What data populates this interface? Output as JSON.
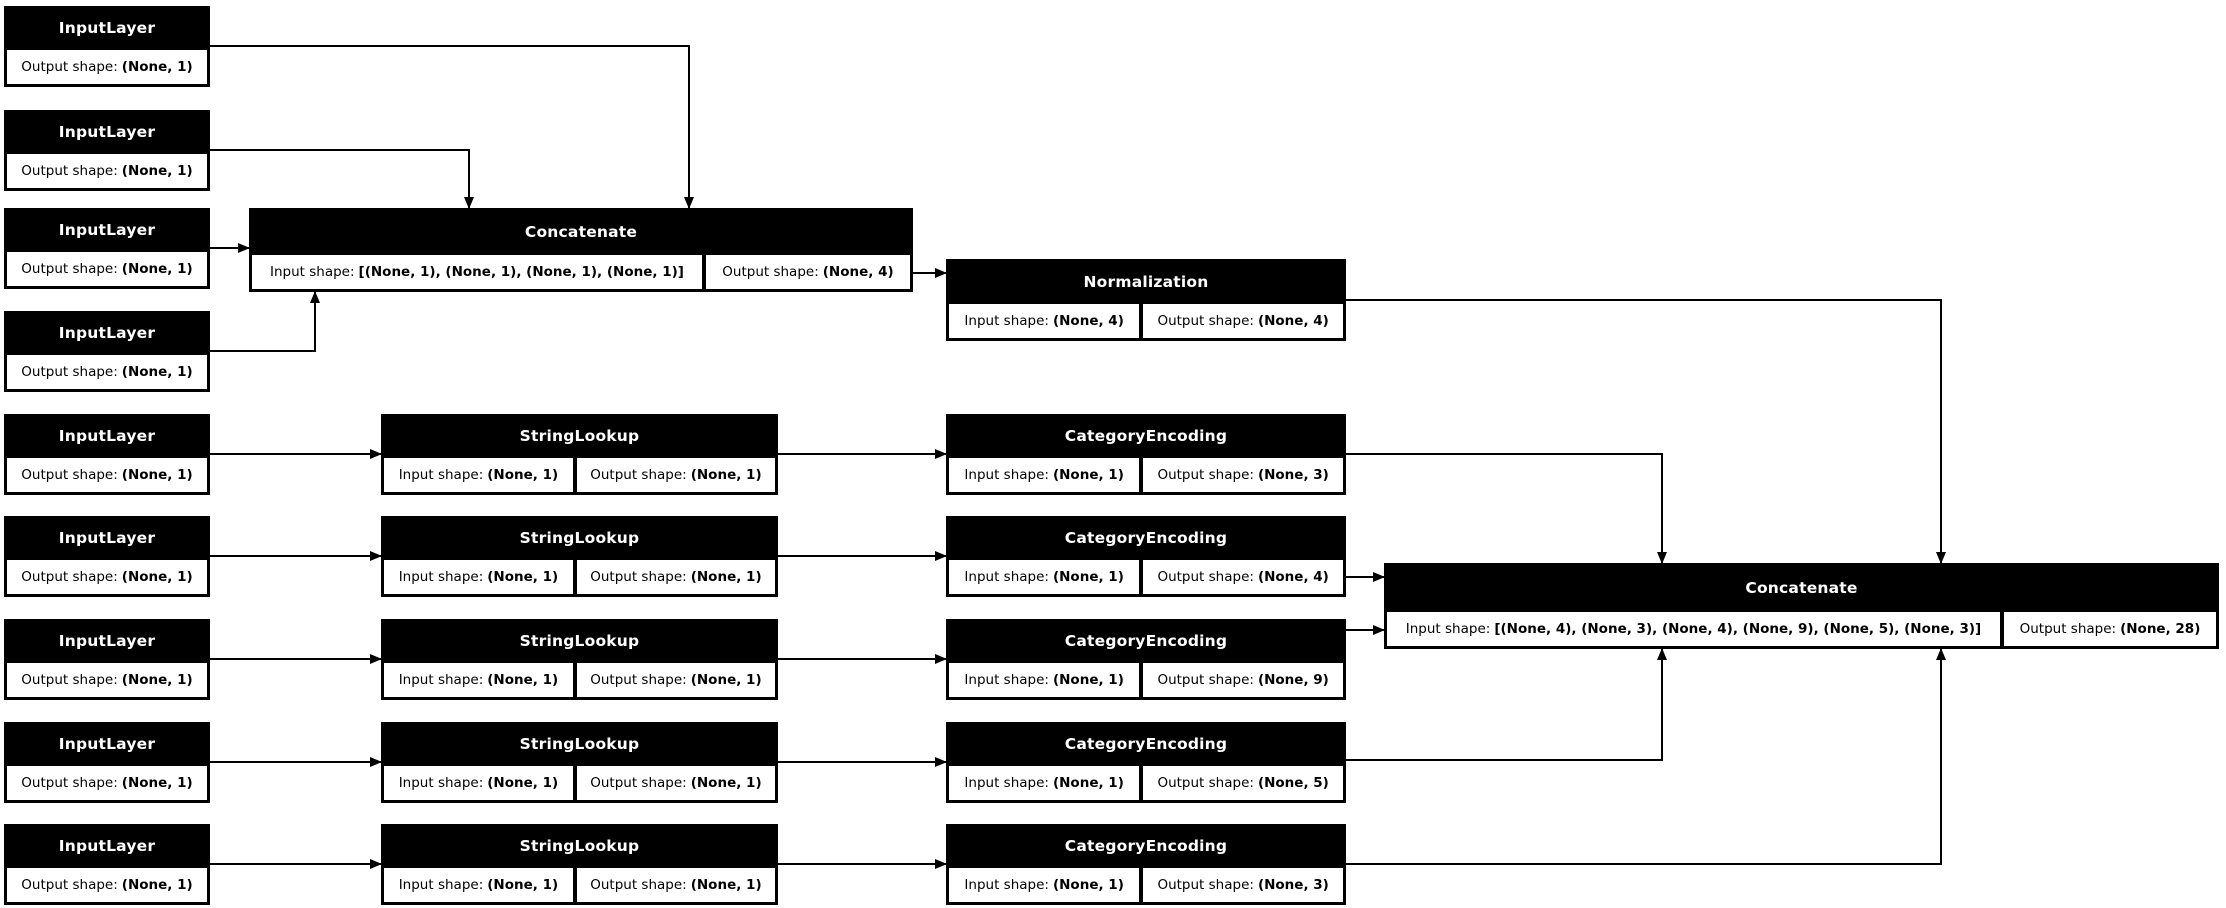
{
  "diagram": {
    "kind": "keras-model-plot",
    "colors": {
      "node_background": "#000000",
      "node_title_text": "#ffffff",
      "cell_background": "#ffffff",
      "cell_text": "#000000",
      "edge": "#000000",
      "page_background": "#ffffff"
    },
    "nodes": [
      {
        "id": "input_1",
        "title": "InputLayer",
        "cells": [
          {
            "label": "Output shape:",
            "value": "(None, 1)"
          }
        ]
      },
      {
        "id": "input_2",
        "title": "InputLayer",
        "cells": [
          {
            "label": "Output shape:",
            "value": "(None, 1)"
          }
        ]
      },
      {
        "id": "input_3",
        "title": "InputLayer",
        "cells": [
          {
            "label": "Output shape:",
            "value": "(None, 1)"
          }
        ]
      },
      {
        "id": "input_4",
        "title": "InputLayer",
        "cells": [
          {
            "label": "Output shape:",
            "value": "(None, 1)"
          }
        ]
      },
      {
        "id": "concat_1",
        "title": "Concatenate",
        "cells": [
          {
            "label": "Input shape:",
            "value": "[(None, 1), (None, 1), (None, 1), (None, 1)]"
          },
          {
            "label": "Output shape:",
            "value": "(None, 4)"
          }
        ]
      },
      {
        "id": "normalization",
        "title": "Normalization",
        "cells": [
          {
            "label": "Input shape:",
            "value": "(None, 4)"
          },
          {
            "label": "Output shape:",
            "value": "(None, 4)"
          }
        ]
      },
      {
        "id": "input_5",
        "title": "InputLayer",
        "cells": [
          {
            "label": "Output shape:",
            "value": "(None, 1)"
          }
        ]
      },
      {
        "id": "lookup_1",
        "title": "StringLookup",
        "cells": [
          {
            "label": "Input shape:",
            "value": "(None, 1)"
          },
          {
            "label": "Output shape:",
            "value": "(None, 1)"
          }
        ]
      },
      {
        "id": "encode_1",
        "title": "CategoryEncoding",
        "cells": [
          {
            "label": "Input shape:",
            "value": "(None, 1)"
          },
          {
            "label": "Output shape:",
            "value": "(None, 3)"
          }
        ]
      },
      {
        "id": "input_6",
        "title": "InputLayer",
        "cells": [
          {
            "label": "Output shape:",
            "value": "(None, 1)"
          }
        ]
      },
      {
        "id": "lookup_2",
        "title": "StringLookup",
        "cells": [
          {
            "label": "Input shape:",
            "value": "(None, 1)"
          },
          {
            "label": "Output shape:",
            "value": "(None, 1)"
          }
        ]
      },
      {
        "id": "encode_2",
        "title": "CategoryEncoding",
        "cells": [
          {
            "label": "Input shape:",
            "value": "(None, 1)"
          },
          {
            "label": "Output shape:",
            "value": "(None, 4)"
          }
        ]
      },
      {
        "id": "input_7",
        "title": "InputLayer",
        "cells": [
          {
            "label": "Output shape:",
            "value": "(None, 1)"
          }
        ]
      },
      {
        "id": "lookup_3",
        "title": "StringLookup",
        "cells": [
          {
            "label": "Input shape:",
            "value": "(None, 1)"
          },
          {
            "label": "Output shape:",
            "value": "(None, 1)"
          }
        ]
      },
      {
        "id": "encode_3",
        "title": "CategoryEncoding",
        "cells": [
          {
            "label": "Input shape:",
            "value": "(None, 1)"
          },
          {
            "label": "Output shape:",
            "value": "(None, 9)"
          }
        ]
      },
      {
        "id": "input_8",
        "title": "InputLayer",
        "cells": [
          {
            "label": "Output shape:",
            "value": "(None, 1)"
          }
        ]
      },
      {
        "id": "lookup_4",
        "title": "StringLookup",
        "cells": [
          {
            "label": "Input shape:",
            "value": "(None, 1)"
          },
          {
            "label": "Output shape:",
            "value": "(None, 1)"
          }
        ]
      },
      {
        "id": "encode_4",
        "title": "CategoryEncoding",
        "cells": [
          {
            "label": "Input shape:",
            "value": "(None, 1)"
          },
          {
            "label": "Output shape:",
            "value": "(None, 5)"
          }
        ]
      },
      {
        "id": "input_9",
        "title": "InputLayer",
        "cells": [
          {
            "label": "Output shape:",
            "value": "(None, 1)"
          }
        ]
      },
      {
        "id": "lookup_5",
        "title": "StringLookup",
        "cells": [
          {
            "label": "Input shape:",
            "value": "(None, 1)"
          },
          {
            "label": "Output shape:",
            "value": "(None, 1)"
          }
        ]
      },
      {
        "id": "encode_5",
        "title": "CategoryEncoding",
        "cells": [
          {
            "label": "Input shape:",
            "value": "(None, 1)"
          },
          {
            "label": "Output shape:",
            "value": "(None, 3)"
          }
        ]
      },
      {
        "id": "concat_2",
        "title": "Concatenate",
        "cells": [
          {
            "label": "Input shape:",
            "value": "[(None, 4), (None, 3), (None, 4), (None, 9), (None, 5), (None, 3)]"
          },
          {
            "label": "Output shape:",
            "value": "(None, 28)"
          }
        ]
      }
    ],
    "edges": [
      {
        "from": "input_1",
        "to": "concat_1"
      },
      {
        "from": "input_2",
        "to": "concat_1"
      },
      {
        "from": "input_3",
        "to": "concat_1"
      },
      {
        "from": "input_4",
        "to": "concat_1"
      },
      {
        "from": "concat_1",
        "to": "normalization"
      },
      {
        "from": "normalization",
        "to": "concat_2"
      },
      {
        "from": "input_5",
        "to": "lookup_1"
      },
      {
        "from": "lookup_1",
        "to": "encode_1"
      },
      {
        "from": "encode_1",
        "to": "concat_2"
      },
      {
        "from": "input_6",
        "to": "lookup_2"
      },
      {
        "from": "lookup_2",
        "to": "encode_2"
      },
      {
        "from": "encode_2",
        "to": "concat_2"
      },
      {
        "from": "input_7",
        "to": "lookup_3"
      },
      {
        "from": "lookup_3",
        "to": "encode_3"
      },
      {
        "from": "encode_3",
        "to": "concat_2"
      },
      {
        "from": "input_8",
        "to": "lookup_4"
      },
      {
        "from": "lookup_4",
        "to": "encode_4"
      },
      {
        "from": "encode_4",
        "to": "concat_2"
      },
      {
        "from": "input_9",
        "to": "lookup_5"
      },
      {
        "from": "lookup_5",
        "to": "encode_5"
      },
      {
        "from": "encode_5",
        "to": "concat_2"
      }
    ]
  }
}
